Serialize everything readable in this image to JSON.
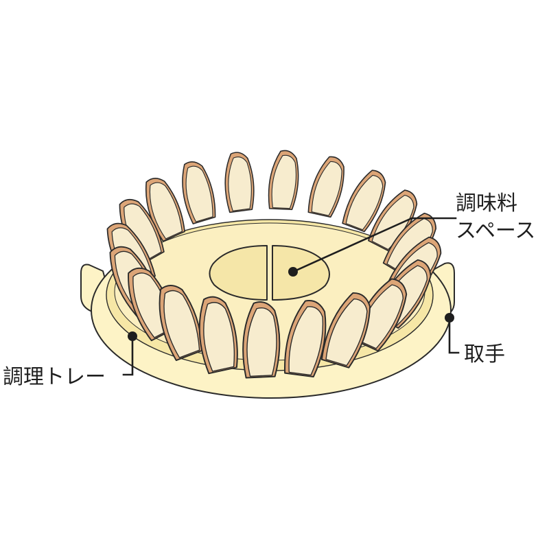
{
  "colors": {
    "tray": "#fdf3c6",
    "tray_shade": "#f6e7a6",
    "chip_face": "#f7ecce",
    "chip_crust": "#dca577",
    "outline": "#2a2a2a"
  },
  "labels": {
    "seasoning_space": [
      "調味料",
      "スペース"
    ],
    "cooking_tray": "調理トレー",
    "handle": "取手"
  }
}
